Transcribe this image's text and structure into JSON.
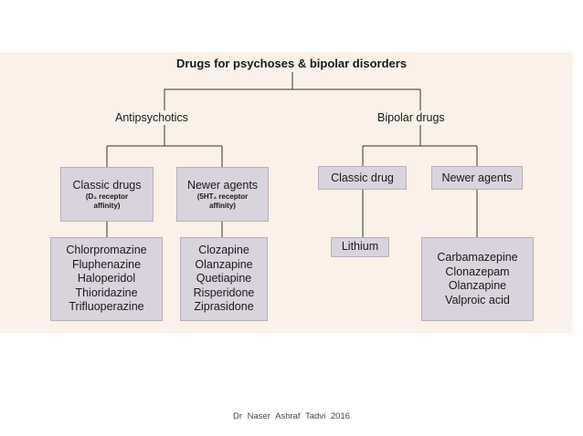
{
  "title": "Drugs for psychoses & bipolar disorders",
  "categories": {
    "antipsychotics": "Antipsychotics",
    "bipolar": "Bipolar drugs"
  },
  "antipsychotics": {
    "classic": {
      "label": "Classic drugs",
      "detail_line1": "(D₂ receptor",
      "detail_line2": "affinity)",
      "drugs": [
        "Chlorpromazine",
        "Fluphenazine",
        "Haloperidol",
        "Thioridazine",
        "Trifluoperazine"
      ]
    },
    "newer": {
      "label": "Newer agents",
      "detail_line1": "(5HT₂ receptor",
      "detail_line2": "affinity)",
      "drugs": [
        "Clozapine",
        "Olanzapine",
        "Quetiapine",
        "Risperidone",
        "Ziprasidone"
      ]
    }
  },
  "bipolar": {
    "classic": {
      "label": "Classic drug",
      "drugs": [
        "Lithium"
      ]
    },
    "newer": {
      "label": "Newer agents",
      "drugs": [
        "Carbamazepine",
        "Clonazepam",
        "Olanzapine",
        "Valproic acid"
      ]
    }
  },
  "footer": "Dr  Naser  Ashraf    Tadvi   2016",
  "colors": {
    "background_band": "#fbf1e8",
    "box_fill": "#d9d3dd",
    "line": "#333333"
  }
}
